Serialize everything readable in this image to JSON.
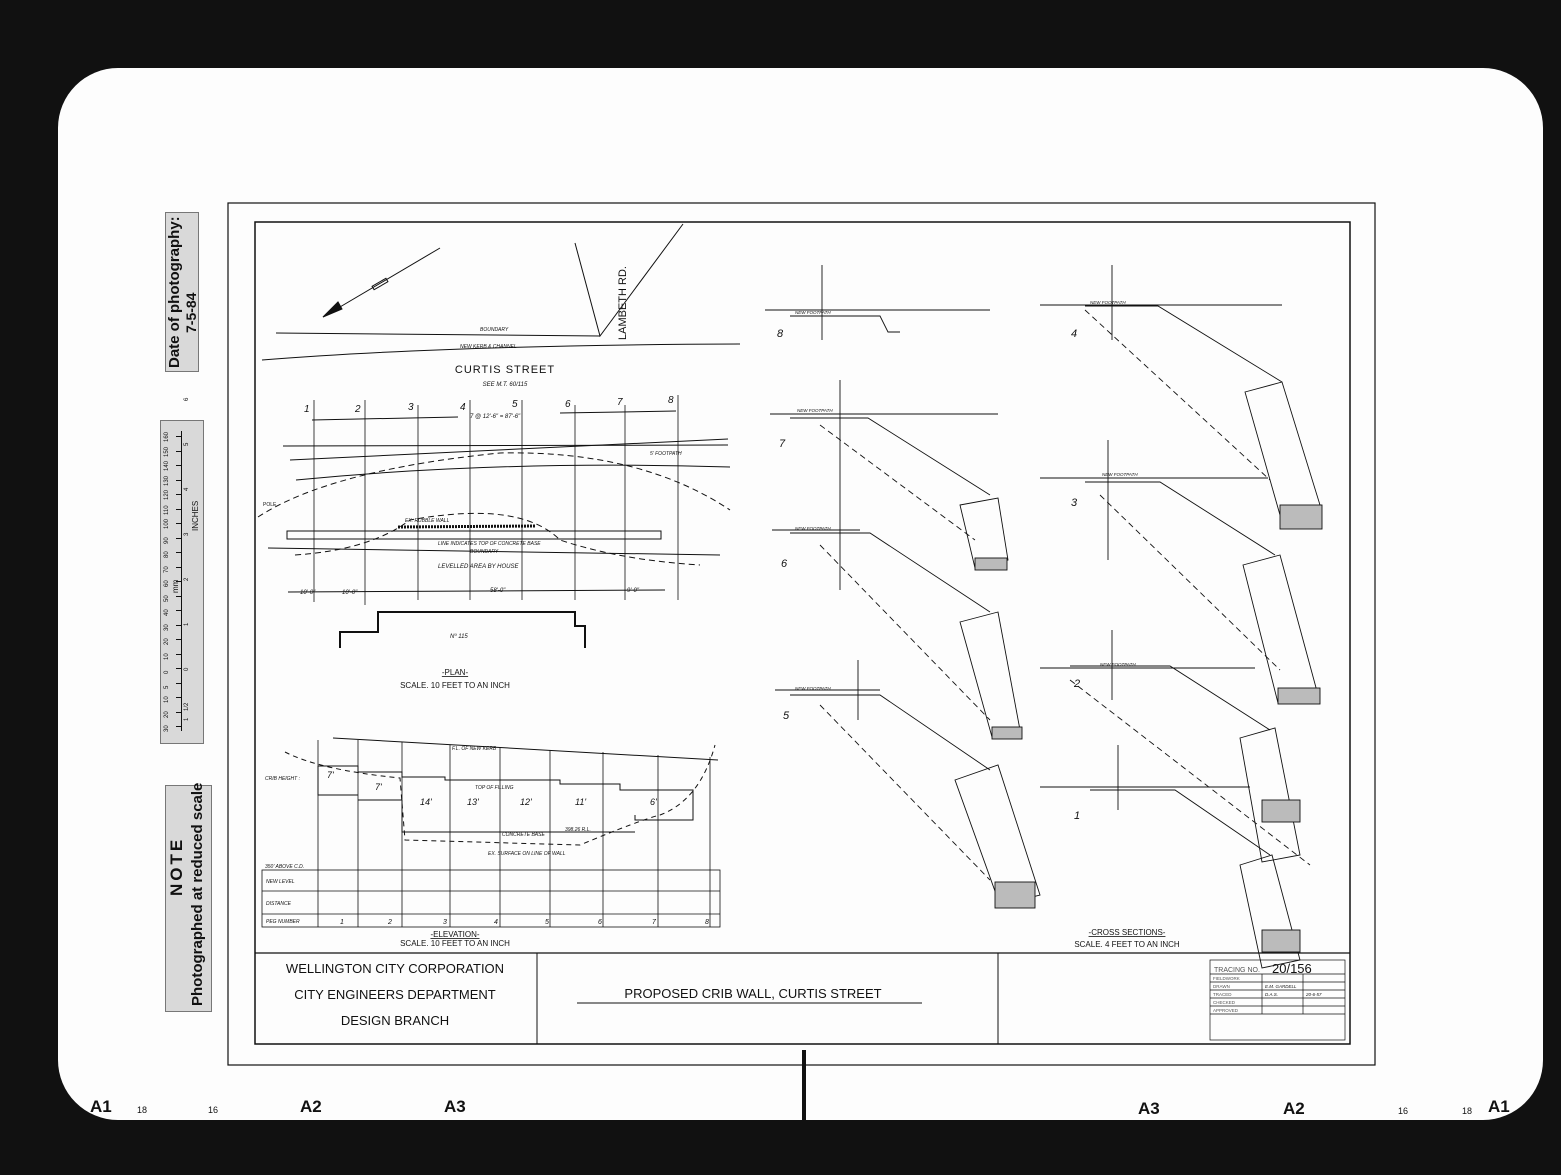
{
  "sidebar_notes": {
    "date_label": "Date of photography:",
    "date_value": "7-5-84",
    "ruler_mm_label": "mm",
    "ruler_inches_label": "INCHES",
    "ruler_mm_ticks": [
      "30",
      "20",
      "10",
      "5",
      "0",
      "10",
      "20",
      "30",
      "40",
      "50",
      "60",
      "70",
      "80",
      "90",
      "100",
      "110",
      "120",
      "130",
      "140",
      "150",
      "160"
    ],
    "ruler_inch_ticks": [
      "1",
      "1/2",
      "0",
      "1",
      "2",
      "3",
      "4",
      "5",
      "6"
    ],
    "note_title": "NOTE",
    "note_text": "Photographed at reduced scale"
  },
  "plan": {
    "street_name": "CURTIS STREET",
    "street_ref": "SEE M.T. 60/115",
    "road_name": "LAMBETH RD.",
    "boundary_label": "BOUNDARY",
    "kerb_label": "NEW KERB & CHANNEL",
    "section_numbers": [
      "1",
      "2",
      "3",
      "4",
      "5",
      "6",
      "7",
      "8"
    ],
    "spacing_note": "7 @ 12'-6\" = 87'-6\"",
    "wall_label": "EX. RUBBLE WALL",
    "concrete_label": "LINE INDICATES TOP OF CONCRETE BASE",
    "boundary_lower": "BOUNDARY",
    "levelled_label": "LEVELLED AREA BY HOUSE",
    "footpath_label": "5' FOOTPATH",
    "pole_label": "POLE",
    "dims": [
      "10'-0\"",
      "10'-0\"",
      "58'-0\"",
      "9'-0\""
    ],
    "house_label": "Nº 115",
    "title": "-PLAN-",
    "scale": "SCALE. 10 FEET TO AN INCH"
  },
  "elevation": {
    "kerb_label": "F.L. OF NEW KERB",
    "crib_height_label": "CRIB HEIGHT :",
    "heights": [
      "7'",
      "7'",
      "14'",
      "13'",
      "12'",
      "11'",
      "6'"
    ],
    "top_fill_label": "TOP OF FILLING",
    "concrete_label": "CONCRETE BASE",
    "rl_label": "398.26 R.L.",
    "ex_surface_label": "EX. SURFACE ON LINE OF WALL",
    "datum_label": "350' ABOVE C.D.",
    "row_labels": [
      "NEW LEVEL",
      "DISTANCE",
      "PEG NUMBER"
    ],
    "peg_numbers": [
      "1",
      "2",
      "3",
      "4",
      "5",
      "6",
      "7",
      "8"
    ],
    "title": "-ELEVATION-",
    "scale": "SCALE. 10 FEET TO AN INCH"
  },
  "cross_sections": {
    "numbers": [
      "8",
      "7",
      "6",
      "5",
      "4",
      "3",
      "2",
      "1"
    ],
    "footpath_label": "NEW FOOTPATH",
    "title": "-CROSS SECTIONS-",
    "scale": "SCALE. 4 FEET TO AN INCH"
  },
  "title_block": {
    "org_line1": "WELLINGTON CITY CORPORATION",
    "org_line2": "CITY ENGINEERS DEPARTMENT",
    "org_line3": "DESIGN BRANCH",
    "drawing_title": "PROPOSED CRIB WALL,  CURTIS STREET",
    "tracing_label": "TRACING NO.",
    "tracing_number": "20/156",
    "rows": [
      {
        "label": "FIELDWORK",
        "value": ""
      },
      {
        "label": "DRAWN",
        "value": "E.M. GARDELL"
      },
      {
        "label": "TRACED",
        "value": "D.A.S.",
        "date": "20-6-57"
      },
      {
        "label": "CHECKED",
        "value": ""
      },
      {
        "label": "APPROVED",
        "value": ""
      }
    ]
  },
  "edge_marks": {
    "left": [
      "A1",
      "18",
      "16",
      "A2",
      "A3"
    ],
    "right": [
      "A3",
      "A2",
      "16",
      "18",
      "A1"
    ]
  }
}
